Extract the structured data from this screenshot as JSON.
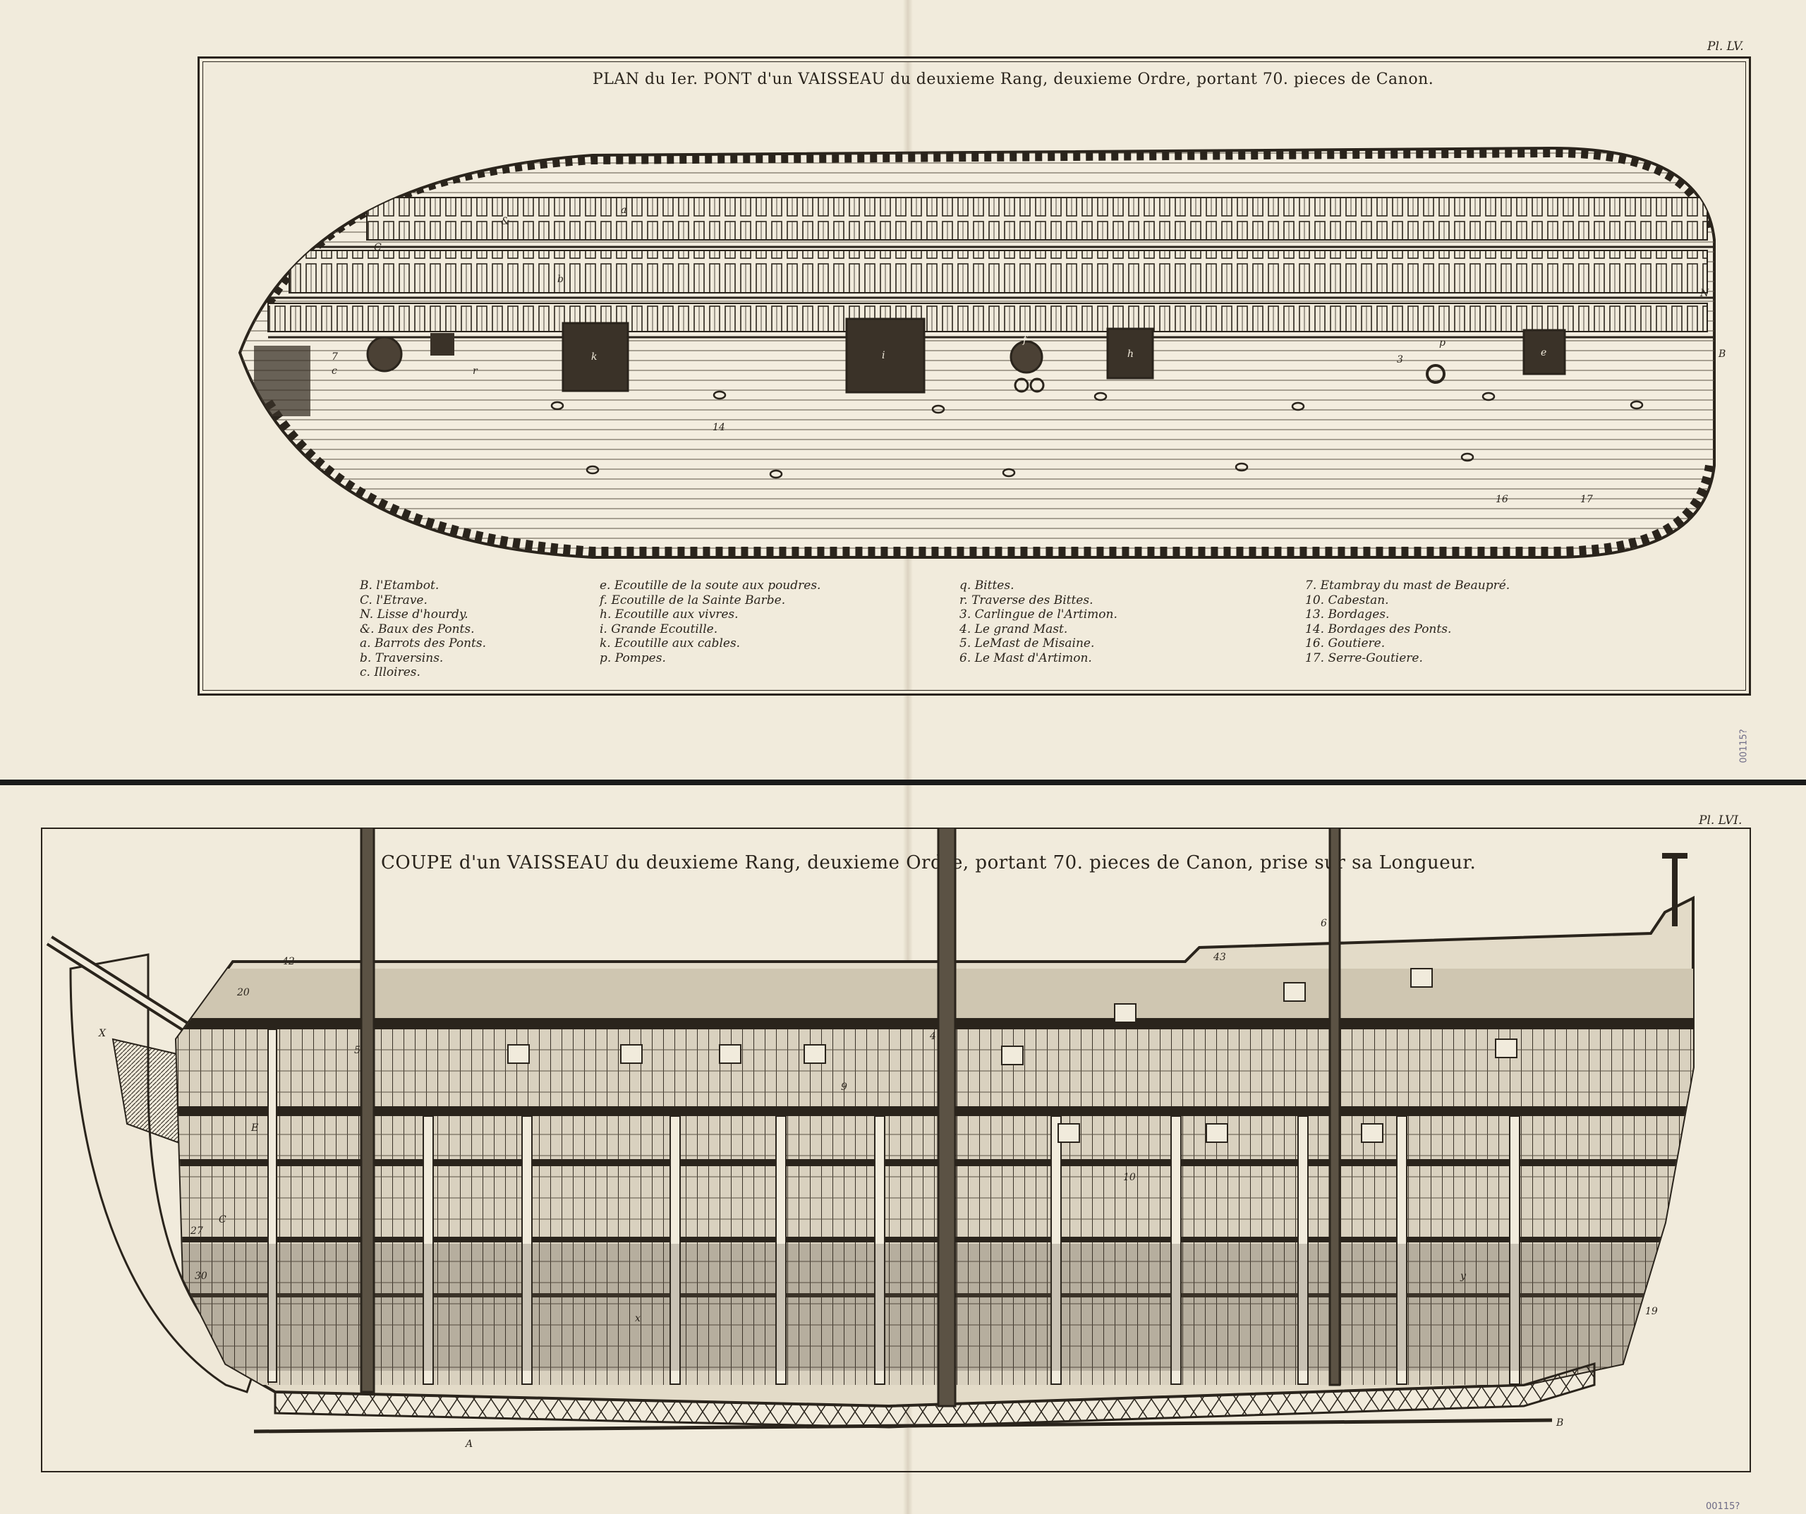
{
  "plate_top": {
    "plate_number": "Pl. LV.",
    "title": "PLAN du Ier. PONT d'un VAISSEAU du deuxieme Rang, deuxieme Ordre, portant 70. pieces de Canon.",
    "legend": {
      "col1": [
        "B. l'Etambot.",
        "C. l'Etrave.",
        "N. Lisse d'hourdy.",
        "&. Baux des Ponts.",
        "a. Barrots des Ponts.",
        "b. Traversins.",
        "c. Illoires."
      ],
      "col2": [
        "e. Ecoutille de la soute aux poudres.",
        "f. Ecoutille de la Sainte Barbe.",
        "h. Ecoutille aux vivres.",
        "i. Grande Ecoutille.",
        "k. Ecoutille aux cables.",
        "p. Pompes."
      ],
      "col3": [
        "q. Bittes.",
        "r. Traverse des Bittes.",
        "3. Carlingue de l'Artimon.",
        "4. Le grand Mast.",
        "5. LeMast de Misaine.",
        "6. Le Mast d'Artimon."
      ],
      "col4": [
        "7. Etambray du mast de Beaupré.",
        "10. Cabestan.",
        "13. Bordages.",
        "14. Bordages des Ponts.",
        "16. Goutiere.",
        "17. Serre-Goutiere."
      ]
    },
    "diagram_labels": [
      "a",
      "&",
      "b",
      "C",
      "N",
      "14",
      "16",
      "17",
      "c",
      "k",
      "i",
      "h",
      "e",
      "f",
      "7",
      "3",
      "r",
      "p",
      "B"
    ],
    "stamp": "00115?"
  },
  "plate_bottom": {
    "plate_number": "Pl. LVI.",
    "title": "COUPE d'un VAISSEAU du deuxieme Rang, deuxieme Ordre, portant 70. pieces de Canon, prise sur sa Longueur.",
    "diagram_labels": [
      "4",
      "5",
      "6",
      "9",
      "A",
      "B",
      "C",
      "E",
      "X",
      "x",
      "y",
      "19",
      "27",
      "42",
      "43",
      "30",
      "10",
      "20"
    ],
    "stamp": "00115?"
  }
}
